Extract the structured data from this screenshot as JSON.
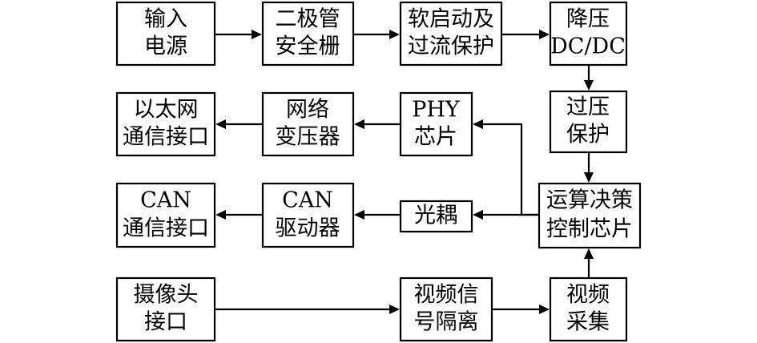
{
  "diagram": {
    "nodes": {
      "input_power": [
        "输入",
        "电源"
      ],
      "diode_barrier": [
        "二极管",
        "安全栅"
      ],
      "soft_start": [
        "软启动及",
        "过流保护"
      ],
      "buck_dcdc": [
        "降压",
        "DC/DC"
      ],
      "overvoltage": [
        "过压",
        "保护"
      ],
      "controller": [
        "运算决策",
        "控制芯片"
      ],
      "phy_chip": [
        "PHY",
        "芯片"
      ],
      "net_transformer": [
        "网络",
        "变压器"
      ],
      "ethernet_port": [
        "以太网",
        "通信接口"
      ],
      "optocoupler": [
        "光耦"
      ],
      "can_driver": [
        "CAN",
        "驱动器"
      ],
      "can_port": [
        "CAN",
        "通信接口"
      ],
      "camera_port": [
        "摄像头",
        "接口"
      ],
      "video_isolation": [
        "视频信",
        "号隔离"
      ],
      "video_capture": [
        "视频",
        "采集"
      ]
    },
    "edges": [
      {
        "from": "input_power",
        "to": "diode_barrier"
      },
      {
        "from": "diode_barrier",
        "to": "soft_start"
      },
      {
        "from": "soft_start",
        "to": "buck_dcdc"
      },
      {
        "from": "buck_dcdc",
        "to": "overvoltage"
      },
      {
        "from": "overvoltage",
        "to": "controller"
      },
      {
        "from": "controller",
        "to": "phy_chip"
      },
      {
        "from": "phy_chip",
        "to": "net_transformer"
      },
      {
        "from": "net_transformer",
        "to": "ethernet_port"
      },
      {
        "from": "controller",
        "to": "optocoupler"
      },
      {
        "from": "optocoupler",
        "to": "can_driver"
      },
      {
        "from": "can_driver",
        "to": "can_port"
      },
      {
        "from": "camera_port",
        "to": "video_isolation"
      },
      {
        "from": "video_isolation",
        "to": "video_capture"
      },
      {
        "from": "video_capture",
        "to": "controller"
      }
    ]
  }
}
